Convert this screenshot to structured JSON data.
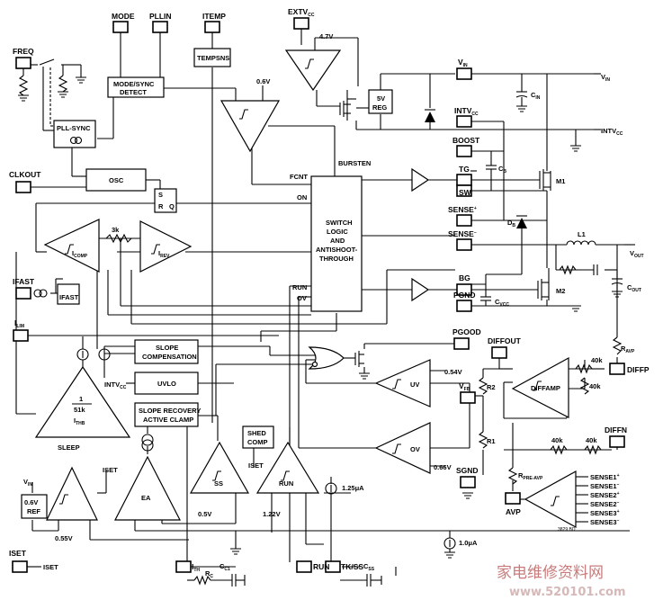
{
  "pins": {
    "mode": "MODE",
    "pllin": "PLLIN",
    "itemp": "ITEMP",
    "extvcc": "EXTV",
    "extvcc_sub": "CC",
    "freq": "FREQ",
    "clkout": "CLKOUT",
    "ifast": "IFAST",
    "ilim": "I",
    "ilim_sub": "LIM",
    "vin": "V",
    "vin_sub": "IN",
    "intvcc": "INTV",
    "intvcc_sub": "CC",
    "boost": "BOOST",
    "tg": "TG",
    "sw": "SW",
    "sense_p": "SENSE",
    "sense_m": "SENSE",
    "bg": "BG",
    "pgnd": "PGND",
    "pgood": "PGOOD",
    "vfb": "V",
    "vfb_sub": "FB",
    "sgnd": "SGND",
    "diffout": "DIFFOUT",
    "diffp": "DIFFP",
    "diffn": "DIFFN",
    "avp": "AVP",
    "iset": "ISET",
    "ith": "I",
    "ith_sub": "TH",
    "run": "RUN",
    "tkss": "TK/SS"
  },
  "blocks": {
    "mode_sync": [
      "MODE/SYNC",
      "DETECT"
    ],
    "tempsns": "TEMPSNS",
    "pll_sync": "PLL-SYNC",
    "osc": "OSC",
    "switch_logic": [
      "SWITCH",
      "LOGIC",
      "AND",
      "ANTISHOOT-",
      "THROUGH"
    ],
    "slope_comp": [
      "SLOPE",
      "COMPENSATION"
    ],
    "uvlo": "UVLO",
    "slope_recovery": [
      "SLOPE RECOVERY",
      "ACTIVE CLAMP"
    ],
    "shed_comp": [
      "SHED",
      "COMP"
    ],
    "reg": [
      "5V",
      "REG"
    ],
    "ref": [
      "0.6V",
      "REF"
    ],
    "ifast_box": "IFAST"
  },
  "signals": {
    "v47": "4.7V",
    "v06": "0.6V",
    "bursten": "BURSTEN",
    "fcnt": "FCNT",
    "on": "ON",
    "s": "S",
    "r": "R",
    "q": "Q",
    "icomp": "I",
    "icomp_sub": "COMP",
    "irev": "I",
    "irev_sub": "REV",
    "res3k": "3k",
    "run_lbl": "RUN",
    "ov_lbl": "OV",
    "intvcc_lbl": "INTV",
    "intvcc_lbl_sub": "CC",
    "ithb_num": "1",
    "ithb_den": "51k",
    "ithb": "I",
    "ithb_sub": "THB",
    "sleep": "SLEEP",
    "ea": "EA",
    "ss": "SS",
    "run_amp": "RUN",
    "uv": "UV",
    "ov": "OV",
    "diffamp": "DIFFAMP",
    "v055": "0.55V",
    "v05": "0.5V",
    "v122": "1.22V",
    "v054": "0.54V",
    "v066": "0.66V",
    "i125": "1.25μA",
    "i10": "1.0μA",
    "r2": "R2",
    "r1": "R1",
    "r40k": "40k",
    "ravp": "R",
    "ravp_sub": "AVP",
    "rpre": "R",
    "rpre_sub": "PRE-AVP",
    "sense_list": [
      "SENSE1",
      "SENSE1",
      "SENSE2",
      "SENSE2",
      "SENSE3",
      "SENSE3"
    ],
    "sense_sign": [
      "+",
      "−",
      "+",
      "−",
      "+",
      "−"
    ],
    "iset_lbl": "ISET",
    "iset2": "ISET",
    "rc": "R",
    "rc_sub": "C",
    "cc1": "C",
    "cc1_sub": "C1",
    "css": "C",
    "css_sub": "SS",
    "m1": "M1",
    "m2": "M2",
    "l1": "L1",
    "cb": "C",
    "cb_sub": "B",
    "db": "D",
    "db_sub": "B",
    "cvcc": "C",
    "cvcc_sub": "VCC",
    "cin": "C",
    "cin_sub": "IN",
    "cout": "C",
    "cout_sub": "OUT",
    "vin_r": "V",
    "vin_r_sub": "IN",
    "intvcc_r": "INTV",
    "intvcc_r_sub": "CC",
    "vout": "V",
    "vout_sub": "OUT",
    "partno": "3829 BD"
  },
  "watermark": {
    "cn": "家电维修资料网",
    "url": "www.520101.com"
  }
}
